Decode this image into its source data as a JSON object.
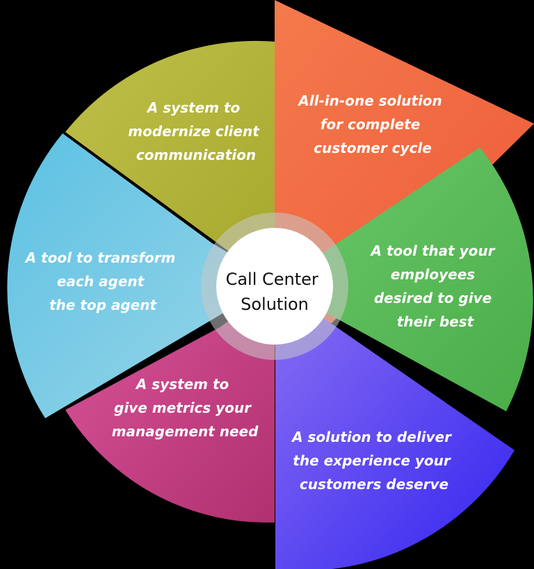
{
  "center": {
    "lines": [
      "Call Center",
      "Solution"
    ]
  },
  "segments": [
    {
      "id": "all-in-one",
      "lines": [
        "All-in-one solution",
        "for complete",
        "customer cycle"
      ],
      "color": "#f2683f"
    },
    {
      "id": "employees",
      "lines": [
        "A tool that your",
        "employees",
        "desired to give",
        "their best"
      ],
      "color": "#5cbf5a"
    },
    {
      "id": "experience",
      "lines": [
        "A solution to deliver",
        "the experience your",
        "customers deserve"
      ],
      "color": "#5a4cf0"
    },
    {
      "id": "metrics",
      "lines": [
        "A system to",
        "give metrics your",
        "management need"
      ],
      "color": "#c7407f"
    },
    {
      "id": "transform",
      "lines": [
        "A tool to transform",
        "each agent",
        "the top agent"
      ],
      "color": "#5ab9d9"
    },
    {
      "id": "modernize",
      "lines": [
        "A system to",
        "modernize client",
        "communication"
      ],
      "color": "#b8b93a"
    }
  ]
}
